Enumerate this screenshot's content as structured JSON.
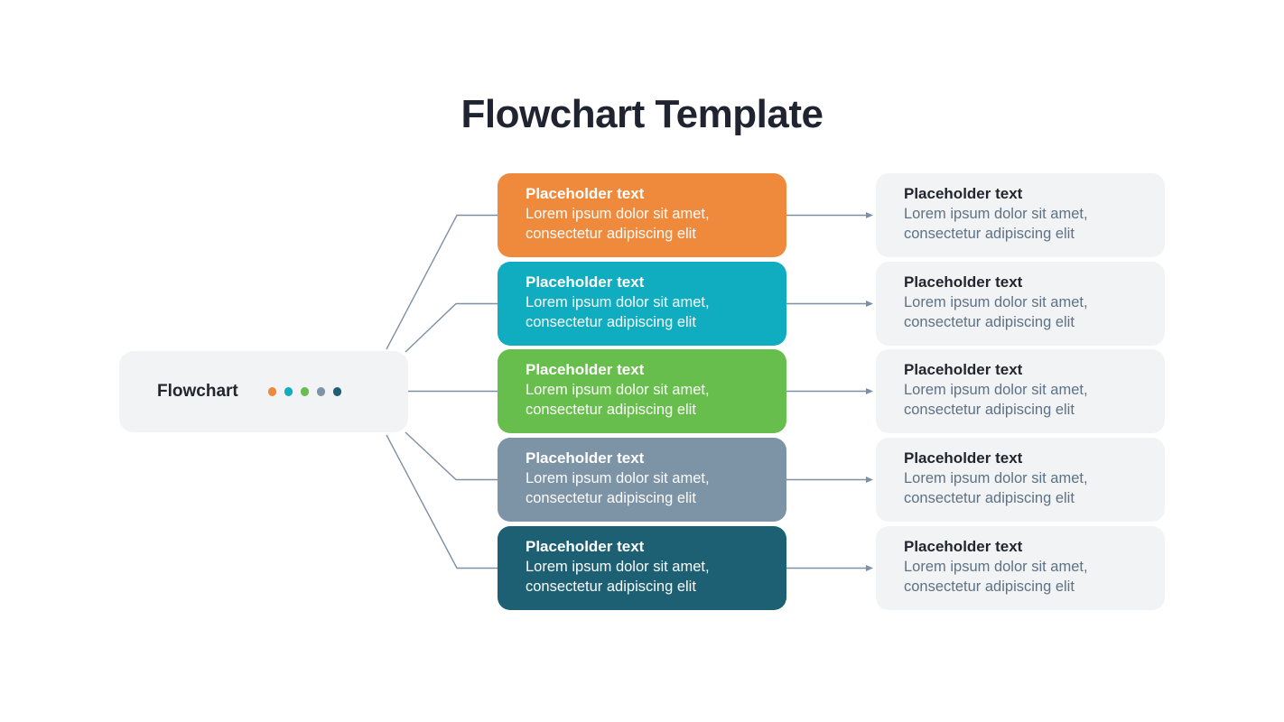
{
  "title": "Flowchart Template",
  "colors": {
    "orange": "#EF8A3C",
    "teal": "#10ADC0",
    "green": "#68BE4C",
    "slate": "#7D93A6",
    "dark_teal": "#1E6073",
    "node_bg_light": "#F2F3F4",
    "connector": "#7E90A3",
    "title_text": "#1F2430",
    "card_title_text": "#21262F",
    "card_body_text": "#5E7286"
  },
  "root_node": {
    "label": "Flowchart",
    "dots": [
      {
        "name": "dot-orange",
        "color": "#EF8A3C"
      },
      {
        "name": "dot-teal",
        "color": "#10ADC0"
      },
      {
        "name": "dot-green",
        "color": "#68BE4C"
      },
      {
        "name": "dot-slate",
        "color": "#7D93A6"
      },
      {
        "name": "dot-dark-teal",
        "color": "#1E6073"
      }
    ]
  },
  "branches": [
    {
      "title": "Placeholder text",
      "body": "Lorem ipsum dolor sit amet, consectetur adipiscing elit",
      "color": "#EF8A3C"
    },
    {
      "title": "Placeholder text",
      "body": "Lorem ipsum dolor sit amet, consectetur adipiscing elit",
      "color": "#10ADC0"
    },
    {
      "title": "Placeholder text",
      "body": "Lorem ipsum dolor sit amet, consectetur adipiscing elit",
      "color": "#68BE4C"
    },
    {
      "title": "Placeholder text",
      "body": "Lorem ipsum dolor sit amet, consectetur adipiscing elit",
      "color": "#7D93A6"
    },
    {
      "title": "Placeholder text",
      "body": "Lorem ipsum dolor sit amet, consectetur adipiscing elit",
      "color": "#1E6073"
    }
  ],
  "outcomes": [
    {
      "title": "Placeholder text",
      "body": "Lorem ipsum dolor sit amet, consectetur adipiscing elit"
    },
    {
      "title": "Placeholder text",
      "body": "Lorem ipsum dolor sit amet, consectetur adipiscing elit"
    },
    {
      "title": "Placeholder text",
      "body": "Lorem ipsum dolor sit amet, consectetur adipiscing elit"
    },
    {
      "title": "Placeholder text",
      "body": "Lorem ipsum dolor sit amet, consectetur adipiscing elit"
    },
    {
      "title": "Placeholder text",
      "body": "Lorem ipsum dolor sit amet, consectetur adipiscing elit"
    }
  ]
}
